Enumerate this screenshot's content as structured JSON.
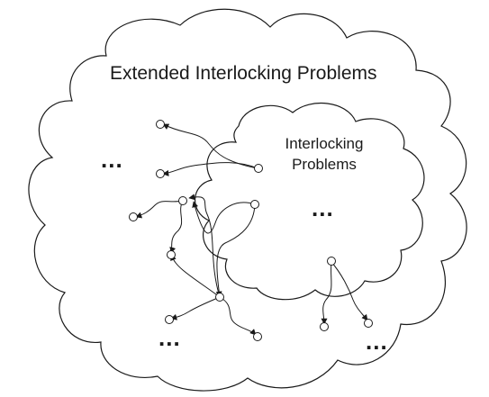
{
  "outer_region": {
    "label": "Extended Interlocking Problems"
  },
  "inner_region": {
    "label_line1": "Interlocking",
    "label_line2": "Problems"
  },
  "ellipses": [
    "...",
    "...",
    "...",
    "..."
  ]
}
